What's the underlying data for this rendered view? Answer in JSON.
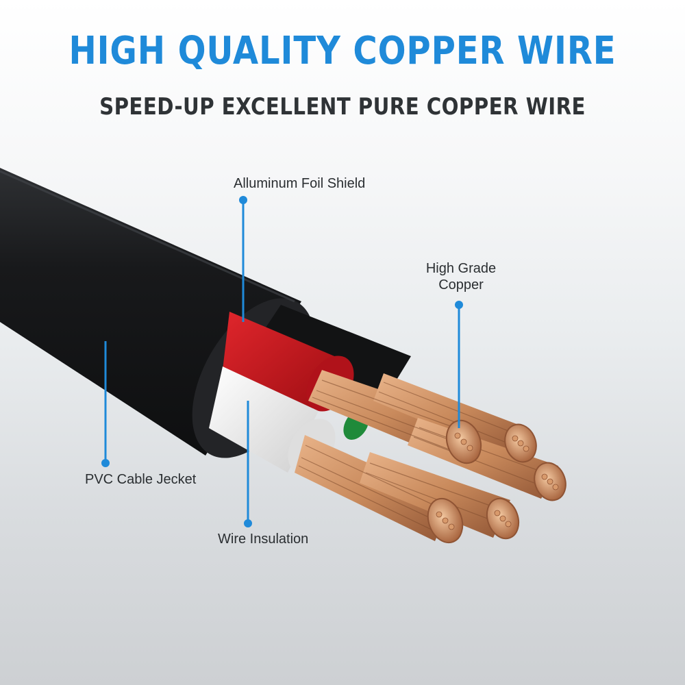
{
  "header": {
    "title": "HIGH QUALITY COPPER WIRE",
    "subtitle": "SPEED-UP EXCELLENT PURE COPPER WIRE"
  },
  "callouts": {
    "foil_shield": "Alluminum Foil Shield",
    "copper_line1": "High Grade",
    "copper_line2": "Copper",
    "jacket": "PVC Cable Jecket",
    "insulation": "Wire Insulation"
  },
  "colors": {
    "title": "#1f8ad9",
    "subtitle": "#2f3336",
    "callout_line": "#1f8ad9",
    "jacket": "#1b1c1e",
    "red_insulation": "#c8141c",
    "white_insulation": "#eeeeee",
    "green_insulation": "#1f8a3a",
    "copper": "#c98a5c"
  }
}
